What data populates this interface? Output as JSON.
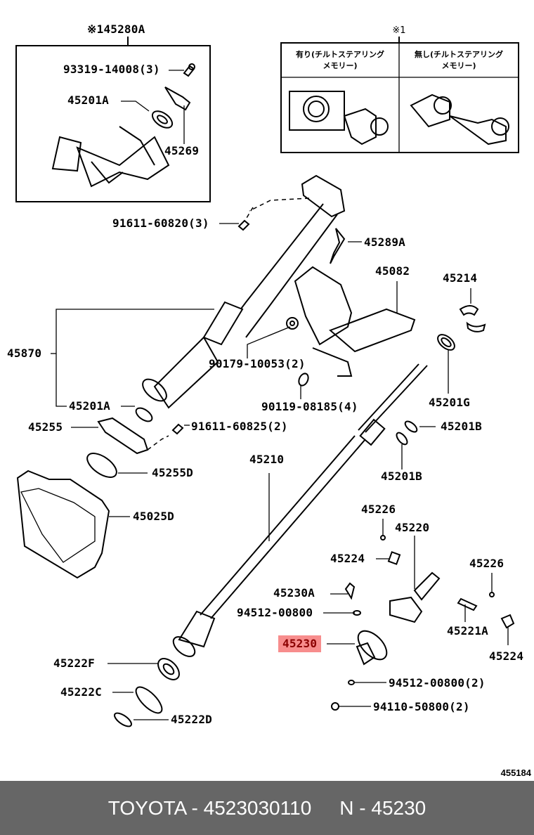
{
  "diagram": {
    "inset_left": {
      "title": "※145280A",
      "labels": {
        "bolt": "93319-14008(3)",
        "bushing": "45201A",
        "cover": "45269"
      }
    },
    "inset_right": {
      "title": "※1",
      "columns": [
        {
          "header_line1": "有り(チルトステアリング",
          "header_line2": "メモリー)"
        },
        {
          "header_line1": "無し(チルトステアリング",
          "header_line2": "メモリー)"
        }
      ]
    },
    "parts": [
      {
        "id": "91611-60820",
        "text": "91611-60820(3)"
      },
      {
        "id": "45289A",
        "text": "45289A"
      },
      {
        "id": "45082",
        "text": "45082"
      },
      {
        "id": "45214",
        "text": "45214"
      },
      {
        "id": "45870",
        "text": "45870"
      },
      {
        "id": "90179-10053",
        "text": "90179-10053(2)"
      },
      {
        "id": "90119-08185",
        "text": "90119-08185(4)"
      },
      {
        "id": "45201G",
        "text": "45201G"
      },
      {
        "id": "45201A",
        "text": "45201A"
      },
      {
        "id": "45255",
        "text": "45255"
      },
      {
        "id": "91611-60825",
        "text": "91611-60825(2)"
      },
      {
        "id": "45201B-1",
        "text": "45201B"
      },
      {
        "id": "45210",
        "text": "45210"
      },
      {
        "id": "45201B-2",
        "text": "45201B"
      },
      {
        "id": "45255D",
        "text": "45255D"
      },
      {
        "id": "45025D",
        "text": "45025D"
      },
      {
        "id": "45226-1",
        "text": "45226"
      },
      {
        "id": "45220",
        "text": "45220"
      },
      {
        "id": "45224-1",
        "text": "45224"
      },
      {
        "id": "45226-2",
        "text": "45226"
      },
      {
        "id": "45230A",
        "text": "45230A"
      },
      {
        "id": "94512-00800-a",
        "text": "94512-00800"
      },
      {
        "id": "45221A",
        "text": "45221A"
      },
      {
        "id": "45230",
        "text": "45230",
        "highlighted": true
      },
      {
        "id": "45224-2",
        "text": "45224"
      },
      {
        "id": "45222F",
        "text": "45222F"
      },
      {
        "id": "94512-00800-b",
        "text": "94512-00800(2)"
      },
      {
        "id": "45222C",
        "text": "45222C"
      },
      {
        "id": "94110-50800",
        "text": "94110-50800(2)"
      },
      {
        "id": "45222D",
        "text": "45222D"
      }
    ],
    "reference_number": "455184",
    "highlight_color": "#f78d8d"
  },
  "footer": {
    "brand_part": "TOYOTA - 4523030110",
    "ref_part": "N - 45230",
    "background": "#666666"
  }
}
